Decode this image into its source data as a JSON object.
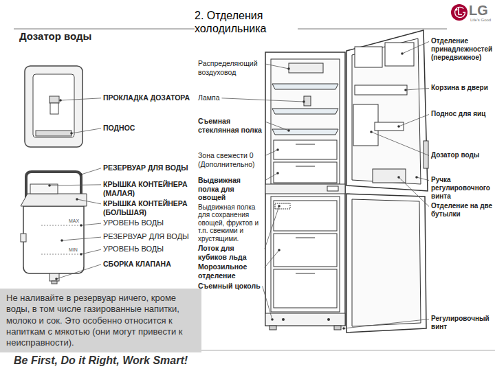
{
  "diagram": {
    "title": "2. Отделения холодильника",
    "nodes": [
      {
        "text": [
          "Не наливайте в резервуар ничего, кроме воды, в том числе газированные напитки, молоко и сок. Это особенно относится к напиткам с мякотью (они могут привести к неисправности)."
        ]
      }
    ],
    "labels": [
      "Дозатор воды",
      "ПРОКЛАДКА ДОЗАТОРА",
      "ПОДНОС",
      "РЕЗЕРВУАР ДЛЯ ВОДЫ",
      "КРЫШКА КОНТЕЙНЕРА (МАЛАЯ)",
      "КРЫШКА КОНТЕЙНЕРА (БОЛЬШАЯ)",
      "УРОВЕНЬ ВОДЫ",
      "РЕЗЕРВУАР ДЛЯ ВОДЫ",
      "УРОВЕНЬ ВОДЫ",
      "СБОРКА КЛАПАНА",
      "MAX",
      "MIN",
      "Распределяющий воздуховод",
      "Лампа",
      "Съемная стеклянная полка",
      "Зона свежести 0 (Дополнительно)",
      "Выдвижная полка для овощей",
      "Выдвижная полка для сохранения овощей, фруктов и т.п. свежими и хрустящими.",
      "Лоток для кубиков льда",
      "Морозильное отделение",
      "Съемный цоколь",
      "Отделение принадлежностей (передвижное)",
      "Корзина в двери",
      "Поднос для яиц",
      "Дозатор воды",
      "Ручка регулировочного винта",
      "Отделение на две бутылки",
      "Регулировочный винт",
      "LG",
      "Life's Good",
      "Be First, Do it Right, Work Smart!"
    ]
  }
}
